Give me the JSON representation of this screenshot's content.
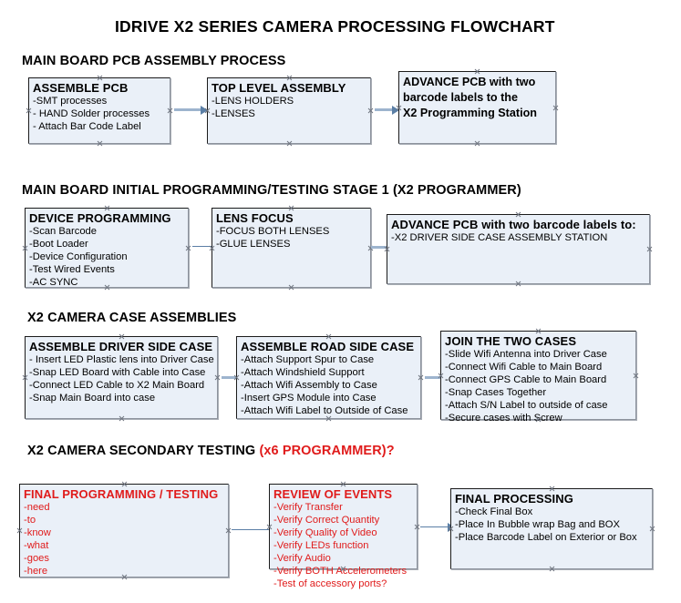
{
  "document": {
    "title": "IDRIVE X2  SERIES CAMERA PROCESSING FLOWCHART"
  },
  "theme": {
    "node_fill": "#eaf0f8",
    "node_border": "#1b1b1b",
    "connector": "#9db4ce",
    "accent_red": "#e01b1b",
    "text": "#000000"
  },
  "sections": [
    {
      "title": "MAIN BOARD PCB ASSEMBLY PROCESS",
      "title_accent": "",
      "nodes": [
        {
          "header": "ASSEMBLE PCB",
          "lines": [
            "-SMT processes",
            "- HAND Solder processes",
            "- Attach Bar Code Label"
          ]
        },
        {
          "header": "TOP LEVEL ASSEMBLY",
          "lines": [
            "-LENS HOLDERS",
            "-LENSES"
          ]
        },
        {
          "header": "",
          "lines": [
            "ADVANCE PCB with two",
            "barcode labels to the",
            " X2 Programming Station"
          ]
        }
      ]
    },
    {
      "title": "MAIN BOARD INITIAL PROGRAMMING/TESTING STAGE 1 (X2 PROGRAMMER)",
      "title_accent": "",
      "nodes": [
        {
          "header": "DEVICE PROGRAMMING",
          "lines": [
            "-Scan Barcode",
            "-Boot Loader",
            "-Device Configuration",
            "-Test Wired Events",
            "-AC SYNC"
          ]
        },
        {
          "header": "LENS FOCUS",
          "lines": [
            "-FOCUS BOTH LENSES",
            "-GLUE LENSES"
          ]
        },
        {
          "header": "ADVANCE PCB with two barcode labels to:",
          "lines": [
            "-X2 DRIVER  SIDE  CASE  ASSEMBLY STATION"
          ]
        }
      ]
    },
    {
      "title": "X2 CAMERA CASE ASSEMBLIES",
      "title_accent": "",
      "nodes": [
        {
          "header": "ASSEMBLE DRIVER SIDE CASE",
          "lines": [
            "- Insert LED Plastic lens into Driver Case",
            "-Snap LED Board with Cable into Case",
            "-Connect LED Cable to X2 Main Board",
            "-Snap Main Board into case"
          ]
        },
        {
          "header": "ASSEMBLE ROAD SIDE CASE",
          "lines": [
            "-Attach Support Spur to Case",
            "-Attach Windshield Support",
            "-Attach Wifi Assembly to Case",
            "-Insert GPS Module into Case",
            "-Attach Wifi Label to Outside of Case"
          ]
        },
        {
          "header": "JOIN THE TWO CASES",
          "lines": [
            "-Slide Wifi Antenna into Driver Case",
            "-Connect Wifi Cable to Main Board",
            "-Connect GPS Cable to Main Board",
            "-Snap Cases Together",
            "-Attach S/N Label to outside of case",
            "-Secure cases with Screw"
          ]
        }
      ]
    },
    {
      "title": "X2 CAMERA SECONDARY TESTING ",
      "title_accent": "(x6 PROGRAMMER)?",
      "nodes": [
        {
          "header": "FINAL PROGRAMMING / TESTING",
          "lines": [
            "-need",
            "-to",
            "-know",
            "-what",
            "-goes",
            "-here"
          ]
        },
        {
          "header": "REVIEW OF EVENTS",
          "lines": [
            "-Verify Transfer",
            "-Verify Correct Quantity",
            "-Verify Quality of Video",
            "-Verify LEDs function",
            "-Verify Audio",
            "-Verify BOTH Accelerometers",
            "-Test of accessory ports?"
          ]
        },
        {
          "header": "FINAL PROCESSING",
          "lines": [
            " -Check Final Box",
            "-Place In Bubble wrap Bag and BOX",
            "-Place Barcode Label on Exterior or Box"
          ]
        }
      ]
    }
  ]
}
